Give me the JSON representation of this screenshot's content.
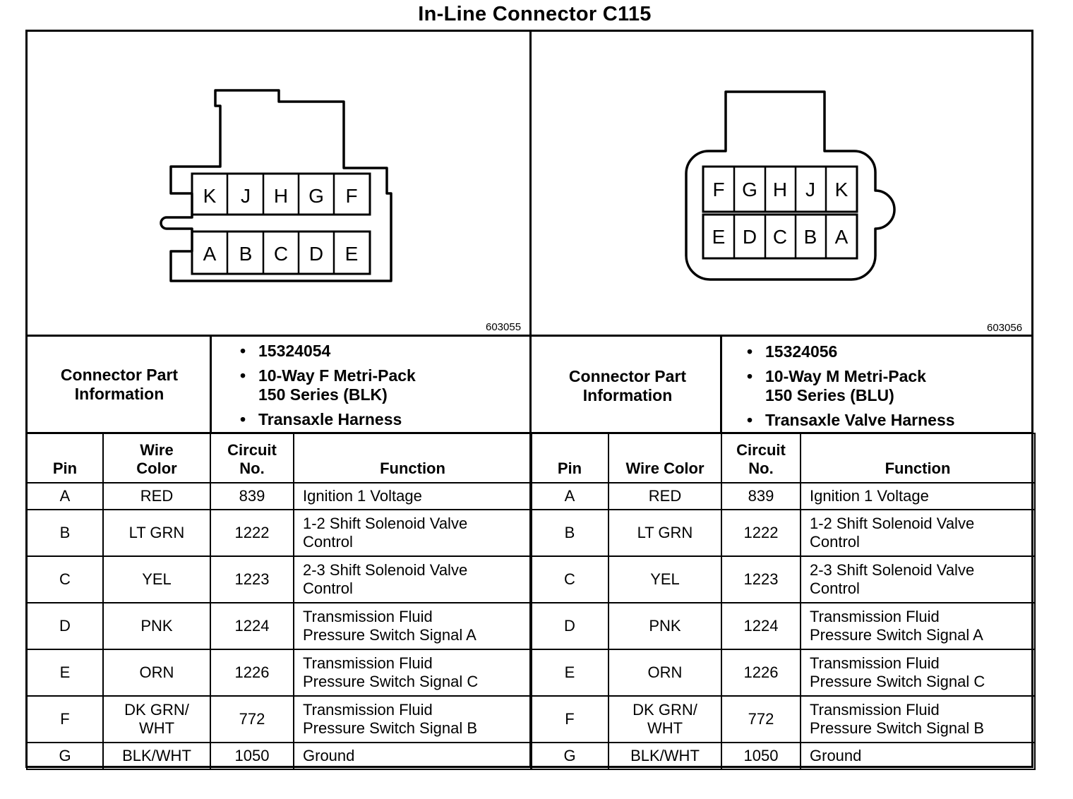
{
  "title": "In-Line Connector C115",
  "left": {
    "figure_id": "603055",
    "top_pins": [
      "K",
      "J",
      "H",
      "G",
      "F"
    ],
    "bottom_pins": [
      "A",
      "B",
      "C",
      "D",
      "E"
    ],
    "info_label": [
      "Connector Part",
      "Information"
    ],
    "info": {
      "part_number": "15324054",
      "type_line1": "10-Way F Metri-Pack",
      "type_line2": "150 Series (BLK)",
      "harness": "Transaxle Harness"
    },
    "headers": {
      "pin": "Pin",
      "wire1": "Wire",
      "wire2": "Color",
      "circuit1": "Circuit",
      "circuit2": "No.",
      "function": "Function"
    }
  },
  "right": {
    "figure_id": "603056",
    "top_pins": [
      "F",
      "G",
      "H",
      "J",
      "K"
    ],
    "bottom_pins": [
      "E",
      "D",
      "C",
      "B",
      "A"
    ],
    "info_label": [
      "Connector Part",
      "Information"
    ],
    "info": {
      "part_number": "15324056",
      "type_line1": "10-Way M Metri-Pack",
      "type_line2": "150 Series (BLU)",
      "harness": "Transaxle Valve Harness"
    },
    "headers": {
      "pin": "Pin",
      "wire": "Wire Color",
      "circuit1": "Circuit",
      "circuit2": "No.",
      "function": "Function"
    }
  },
  "rows": [
    {
      "pin": "A",
      "color1": "RED",
      "color2": "",
      "circuit": "839",
      "f1": "Ignition 1 Voltage",
      "f2": ""
    },
    {
      "pin": "B",
      "color1": "LT GRN",
      "color2": "",
      "circuit": "1222",
      "f1": "1-2 Shift Solenoid Valve",
      "f2": "Control"
    },
    {
      "pin": "C",
      "color1": "YEL",
      "color2": "",
      "circuit": "1223",
      "f1": "2-3 Shift Solenoid Valve",
      "f2": "Control"
    },
    {
      "pin": "D",
      "color1": "PNK",
      "color2": "",
      "circuit": "1224",
      "f1": "Transmission Fluid",
      "f2": "Pressure Switch Signal A"
    },
    {
      "pin": "E",
      "color1": "ORN",
      "color2": "",
      "circuit": "1226",
      "f1": "Transmission Fluid",
      "f2": "Pressure Switch Signal C"
    },
    {
      "pin": "F",
      "color1": "DK GRN/",
      "color2": "WHT",
      "circuit": "772",
      "f1": "Transmission Fluid",
      "f2": "Pressure Switch Signal B"
    },
    {
      "pin": "G",
      "color1": "BLK/WHT",
      "color2": "",
      "circuit": "1050",
      "f1": "Ground",
      "f2": ""
    }
  ]
}
